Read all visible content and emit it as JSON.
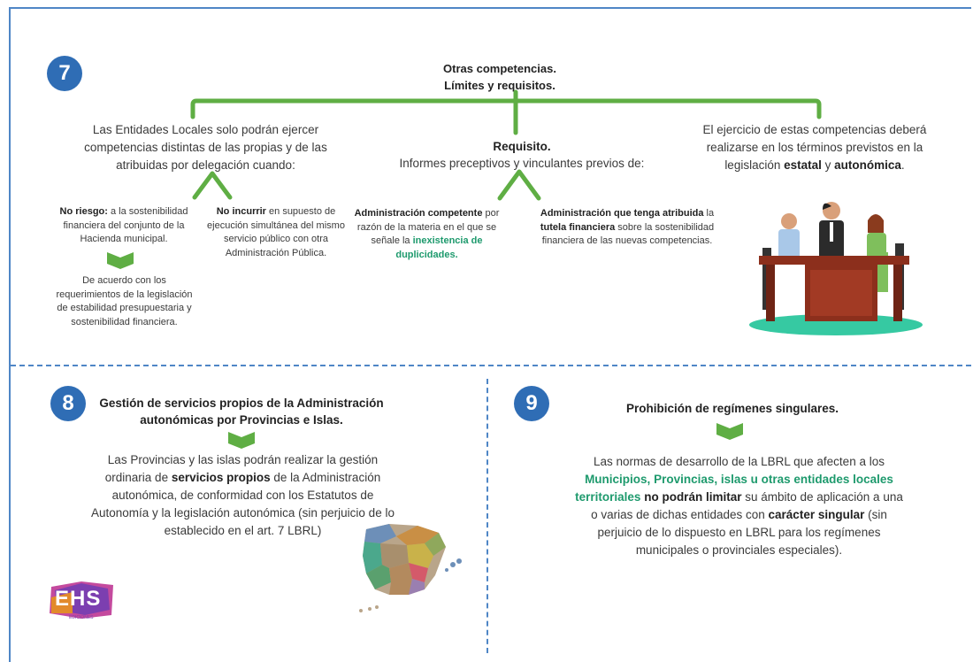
{
  "colors": {
    "badge": "#2f6db5",
    "connector": "#5fae44",
    "dash": "#4f86c6",
    "highlight": "#1e9a6d"
  },
  "section7": {
    "number": "7",
    "title_line1": "Otras competencias.",
    "title_line2": "Límites y requisitos.",
    "left_text": "Las Entidades Locales solo podrán ejercer competencias distintas de las propias y de las atribuidas por delegación cuando:",
    "no_riesgo_bold": "No riesgo:",
    "no_riesgo_text": " a la sostenibilidad financiera del conjunto de la Hacienda municipal.",
    "no_riesgo_detail": "De acuerdo con los requerimientos de la legislación de estabilidad presupuestaria y sostenibilidad financiera.",
    "no_incurrir_bold": "No incurrir",
    "no_incurrir_text": " en supuesto de ejecución simultánea del mismo servicio público con otra Administración Pública.",
    "requisito_title": "Requisito.",
    "requisito_text": "Informes preceptivos y vinculantes previos de:",
    "admin_comp_bold": "Administración competente",
    "admin_comp_text": " por razón de la materia en el que se señale la ",
    "admin_comp_green": "inexistencia de duplicidades.",
    "admin_tutela_bold1": "Administración que tenga atribuida",
    "admin_tutela_text1": " la ",
    "admin_tutela_bold2": "tutela financiera",
    "admin_tutela_text2": " sobre la sostenibilidad financiera de las nuevas competencias.",
    "right_text_start": "El ejercicio de estas competencias deberá realizarse en los términos previstos en la legislación ",
    "right_bold1": "estatal",
    "right_and": " y ",
    "right_bold2": "autonómica",
    "right_end": "."
  },
  "section8": {
    "number": "8",
    "title": "Gestión de servicios propios de la Administración autonómicas por Provincias e Islas.",
    "text_start": "Las Provincias y las islas podrán realizar la gestión ordinaria de ",
    "text_bold": "servicios propios",
    "text_end": " de la Administración autonómica, de conformidad con los Estatutos de Autonomía y la legislación autonómica (sin perjuicio de lo establecido en el art. 7 LBRL)"
  },
  "section9": {
    "number": "9",
    "title": "Prohibición de regímenes singulares.",
    "text_start": "Las normas de desarrollo de la LBRL que afecten a los ",
    "text_green": "Municipios, Provincias, islas u otras entidades locales territoriales",
    "text_bold": "no podrán limitar",
    "text_mid": " su ámbito de aplicación a una o varias de dichas entidades con ",
    "text_bold2": "carácter singular",
    "text_end": " (sin perjuicio de lo dispuesto en LBRL para los regímenes municipales o provinciales especiales)."
  },
  "logo": {
    "text": "EHS",
    "sub": "EDICIONES"
  }
}
